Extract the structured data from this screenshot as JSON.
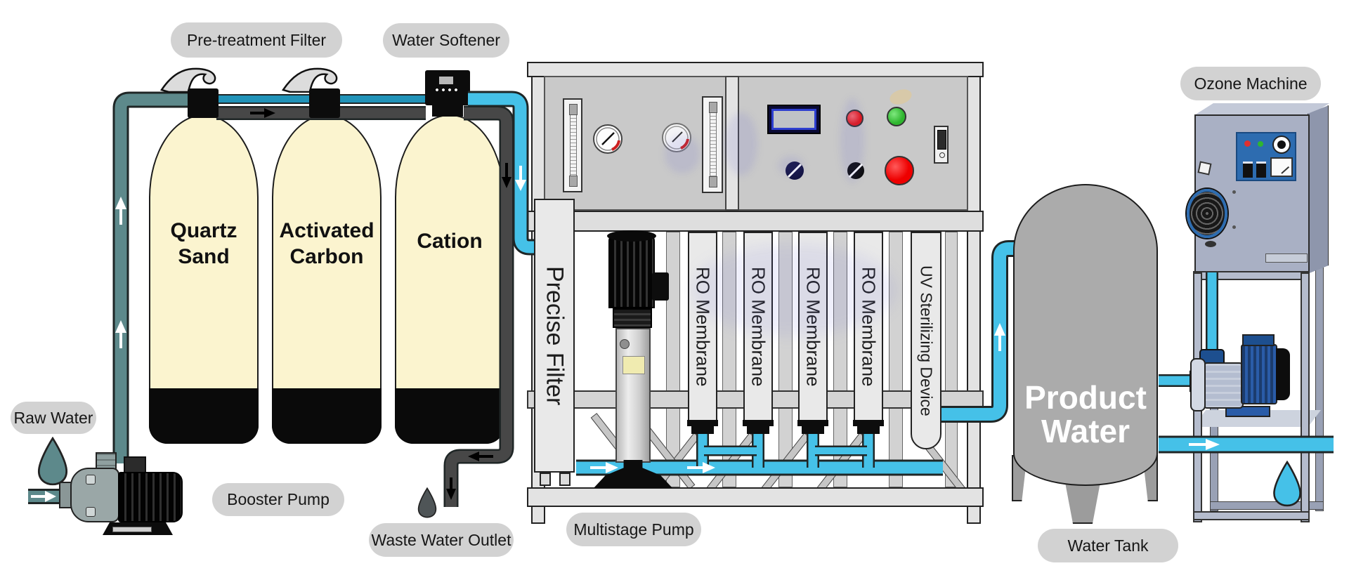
{
  "labels": {
    "pre_treatment_filter": "Pre-treatment Filter",
    "water_softener": "Water Softener",
    "raw_water": "Raw Water",
    "booster_pump": "Booster Pump",
    "waste_water_outlet": "Waste Water Outlet",
    "multistage_pump": "Multistage Pump",
    "water_tank": "Water Tank",
    "ozone_machine": "Ozone Machine"
  },
  "tanks": {
    "quartz": {
      "line1": "Quartz",
      "line2": "Sand"
    },
    "activated": {
      "line1": "Activated",
      "line2": "Carbon"
    },
    "cation": {
      "line1": "Cation"
    }
  },
  "machine": {
    "precise_filter": "Precise Filter",
    "ro_membranes": [
      "RO Membrane",
      "RO Membrane",
      "RO Membrane",
      "RO Membrane"
    ],
    "uv_device": "UV Sterilizing Device"
  },
  "product_tank": {
    "line1": "Product",
    "line2": "Water"
  },
  "colors": {
    "cyan": "#45c1e8",
    "teal_pipe": "#5d898b",
    "pre_softener_blue": "#2193b8",
    "dark_pipe": "#474747",
    "tank_cream": "#fbf4cf",
    "tank_black": "#0a0a0a",
    "pill_bg": "#d2d2d2",
    "panel_gray": "#c9c9c9",
    "frame_gray": "#e3e3e3",
    "column_gray": "#e9e9e9",
    "product_tank_gray": "#ababab",
    "ozone_body": "#a9b0c4",
    "ozone_panel": "#2d6cb0",
    "pump_blue": "#2a5ca8",
    "indicator_red": "#e81515",
    "indicator_green": "#2fb62f",
    "button_red": "#ee0000"
  }
}
